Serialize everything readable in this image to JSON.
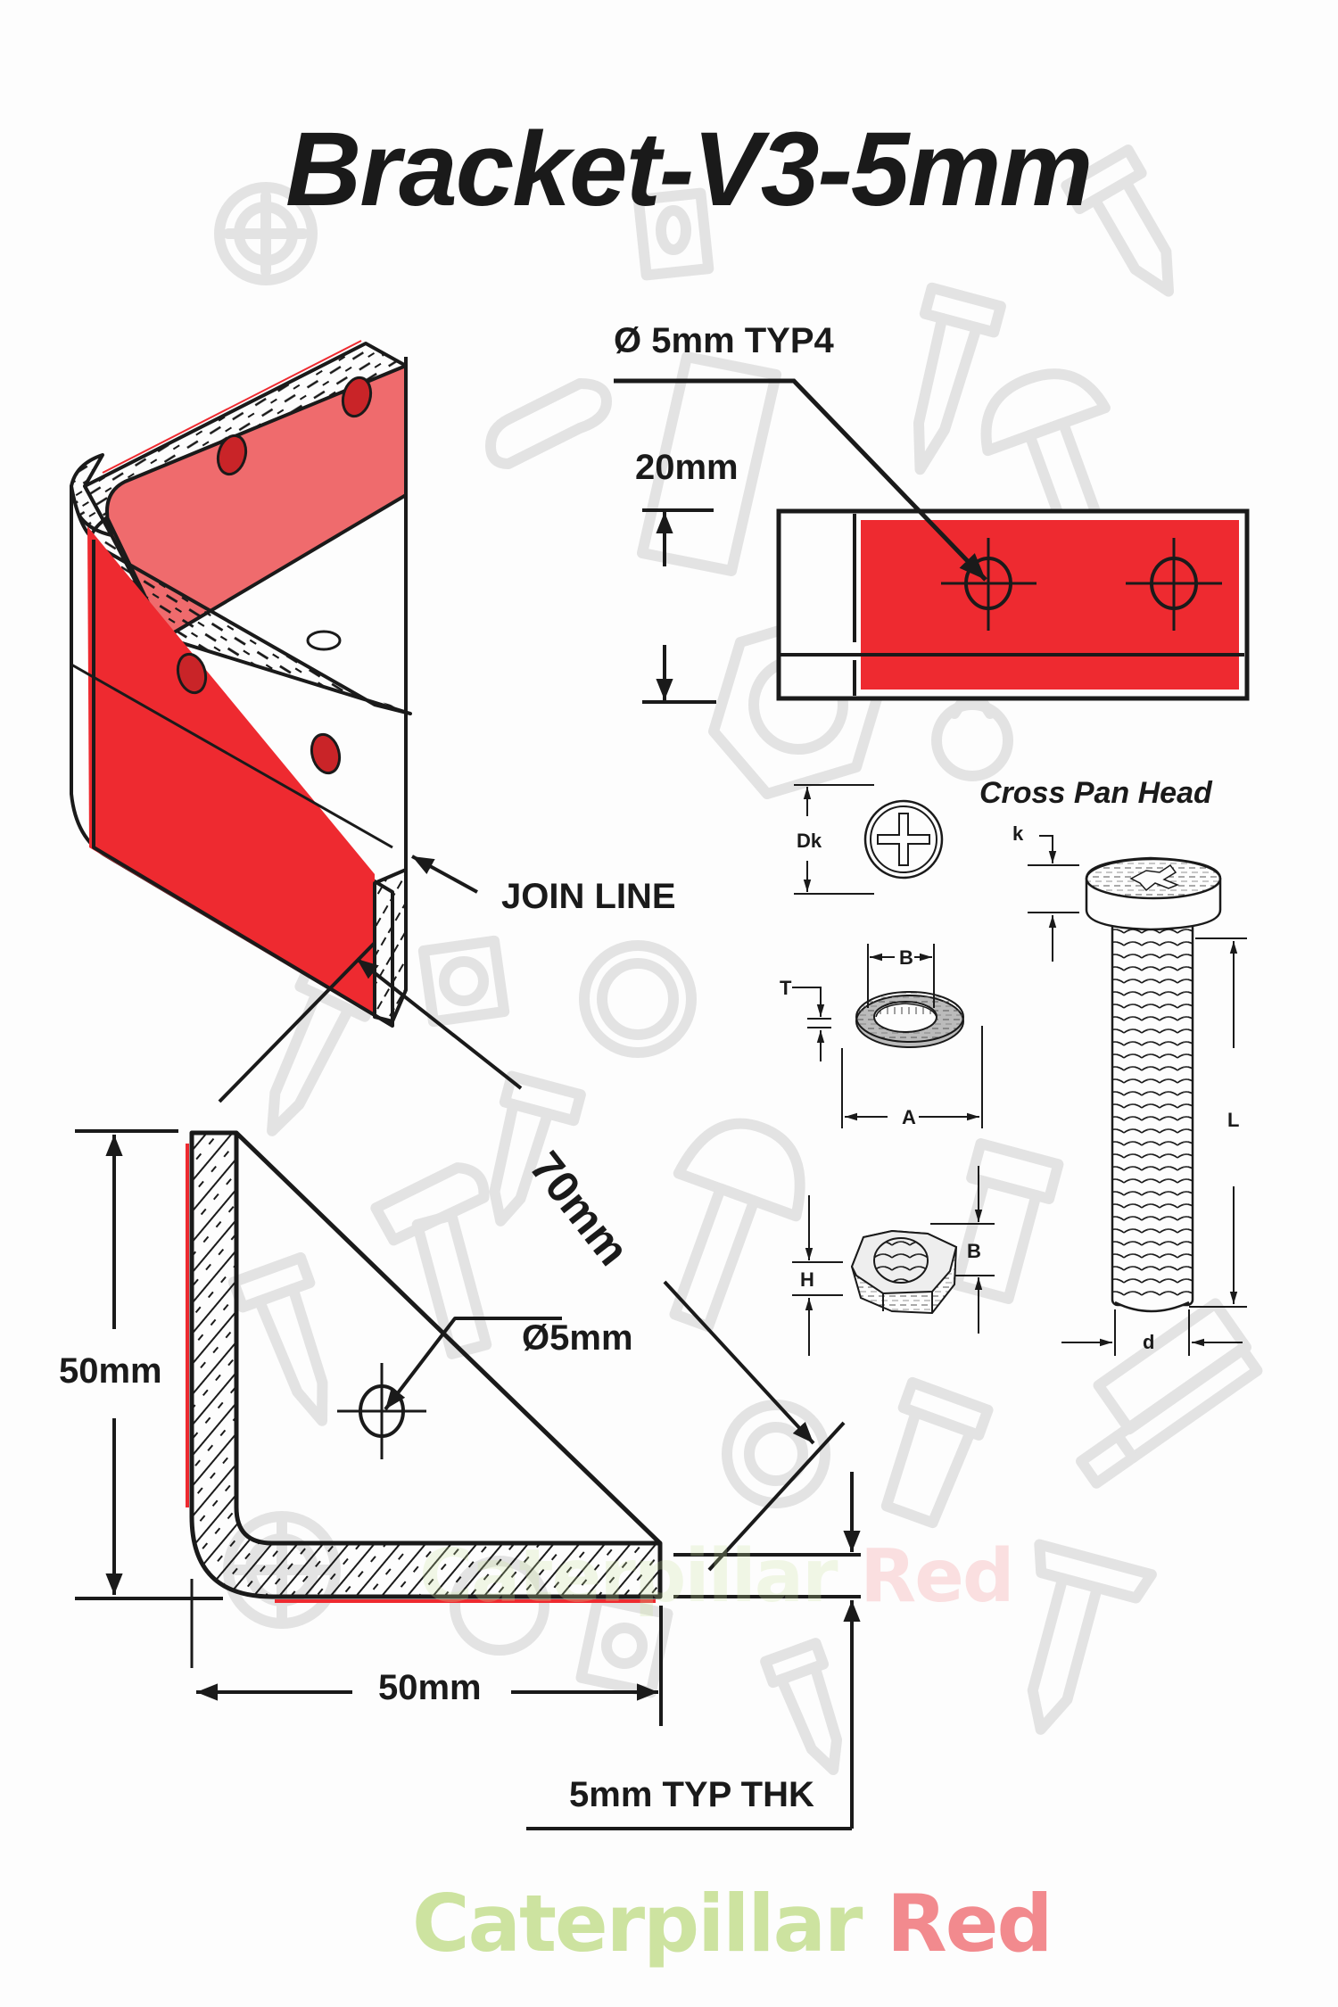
{
  "title": "Bracket-V3-5mm",
  "colors": {
    "accent_red": "#ee2a30",
    "light_red": "#ef6b6d",
    "ink": "#1a1a1a",
    "watermark_gray": "#e3e3e3",
    "brand_green": "#cde3a0",
    "brand_red": "#f28a8e"
  },
  "isometric_view": {
    "callout": "JOIN LINE"
  },
  "front_view": {
    "hole_callout": "5mm TYP4",
    "diameter_symbol": "Ø",
    "height_dim": "20mm",
    "holes": 2
  },
  "side_view": {
    "diagonal_dim": "70mm",
    "vertical_dim": "50mm",
    "horizontal_dim": "50mm",
    "hole_callout": "5mm",
    "diameter_symbol": "Ø",
    "thickness_callout": "5mm TYP THK"
  },
  "hardware": {
    "heading": "Cross Pan Head",
    "screw_head_dim": "Dk",
    "head_height_dim": "k",
    "length_dim": "L",
    "shaft_dim": "d",
    "washer_inner_dim": "B",
    "washer_outer_dim": "A",
    "washer_thickness_dim": "T",
    "nut_height_dim": "H",
    "nut_width_dim": "B"
  },
  "brand": {
    "word1": "Caterpillar",
    "word2": "Red"
  }
}
